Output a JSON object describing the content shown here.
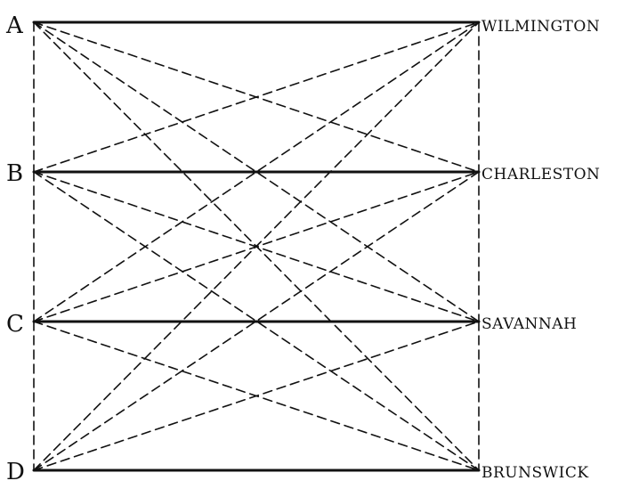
{
  "diagram": {
    "left_nodes": [
      {
        "id": "A",
        "label": "A"
      },
      {
        "id": "B",
        "label": "B"
      },
      {
        "id": "C",
        "label": "C"
      },
      {
        "id": "D",
        "label": "D"
      }
    ],
    "right_nodes": [
      {
        "id": "wilmington",
        "label": "WILMINGTON"
      },
      {
        "id": "charleston",
        "label": "CHARLESTON"
      },
      {
        "id": "savannah",
        "label": "SAVANNAH"
      },
      {
        "id": "brunswick",
        "label": "BRUNSWICK"
      }
    ],
    "solid_edges": [
      [
        "A",
        "wilmington"
      ],
      [
        "B",
        "charleston"
      ],
      [
        "C",
        "savannah"
      ],
      [
        "D",
        "brunswick"
      ]
    ],
    "dashed_cross_edges": [
      [
        "A",
        "charleston"
      ],
      [
        "A",
        "savannah"
      ],
      [
        "A",
        "brunswick"
      ],
      [
        "B",
        "wilmington"
      ],
      [
        "B",
        "savannah"
      ],
      [
        "B",
        "brunswick"
      ],
      [
        "C",
        "wilmington"
      ],
      [
        "C",
        "charleston"
      ],
      [
        "C",
        "brunswick"
      ],
      [
        "D",
        "wilmington"
      ],
      [
        "D",
        "charleston"
      ],
      [
        "D",
        "savannah"
      ]
    ],
    "dashed_left_side": [
      "A",
      "B",
      "C",
      "D"
    ],
    "dashed_right_side": [
      "wilmington",
      "charleston",
      "savannah",
      "brunswick"
    ],
    "colors": {
      "ink": "#111111",
      "background": "#ffffff"
    }
  }
}
